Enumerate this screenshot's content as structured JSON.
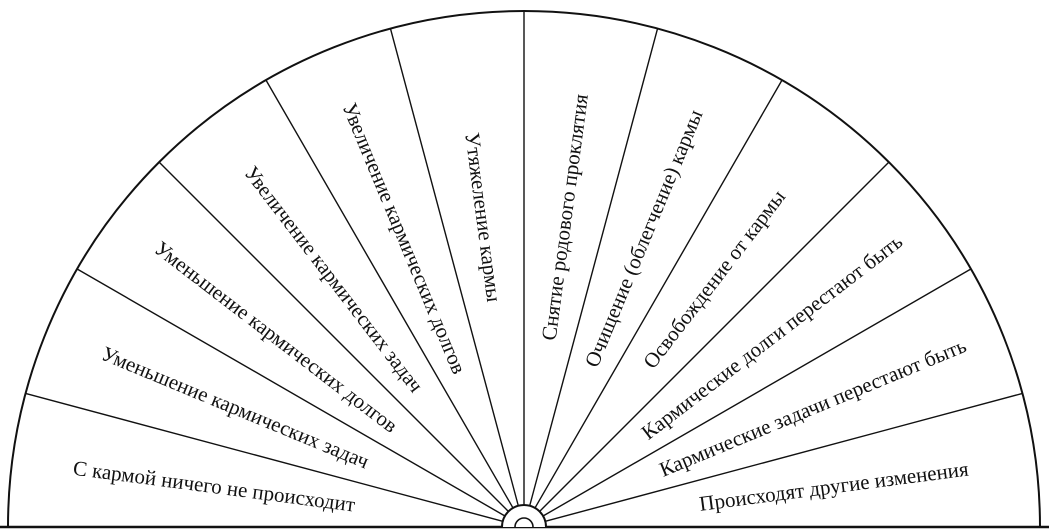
{
  "colors": {
    "stroke": "#111111",
    "background": "#ffffff",
    "text": "#111111"
  },
  "sectors": [
    {
      "label": "С кармой ничего не происходит"
    },
    {
      "label": "Уменьшение кармических задач"
    },
    {
      "label": "Уменьшение кармических долгов"
    },
    {
      "label": "Увеличение кармических задач"
    },
    {
      "label": "Увеличение кармических долгов"
    },
    {
      "label": "Утяжеление кармы"
    },
    {
      "label": "Снятие родового проклятия"
    },
    {
      "label": "Очищение (облегчение) кармы"
    },
    {
      "label": "Освобождение от кармы"
    },
    {
      "label": "Кармические долги перестают быть"
    },
    {
      "label": "Кармические задачи перестают быть"
    },
    {
      "label": "Происходят другие изменения"
    }
  ]
}
